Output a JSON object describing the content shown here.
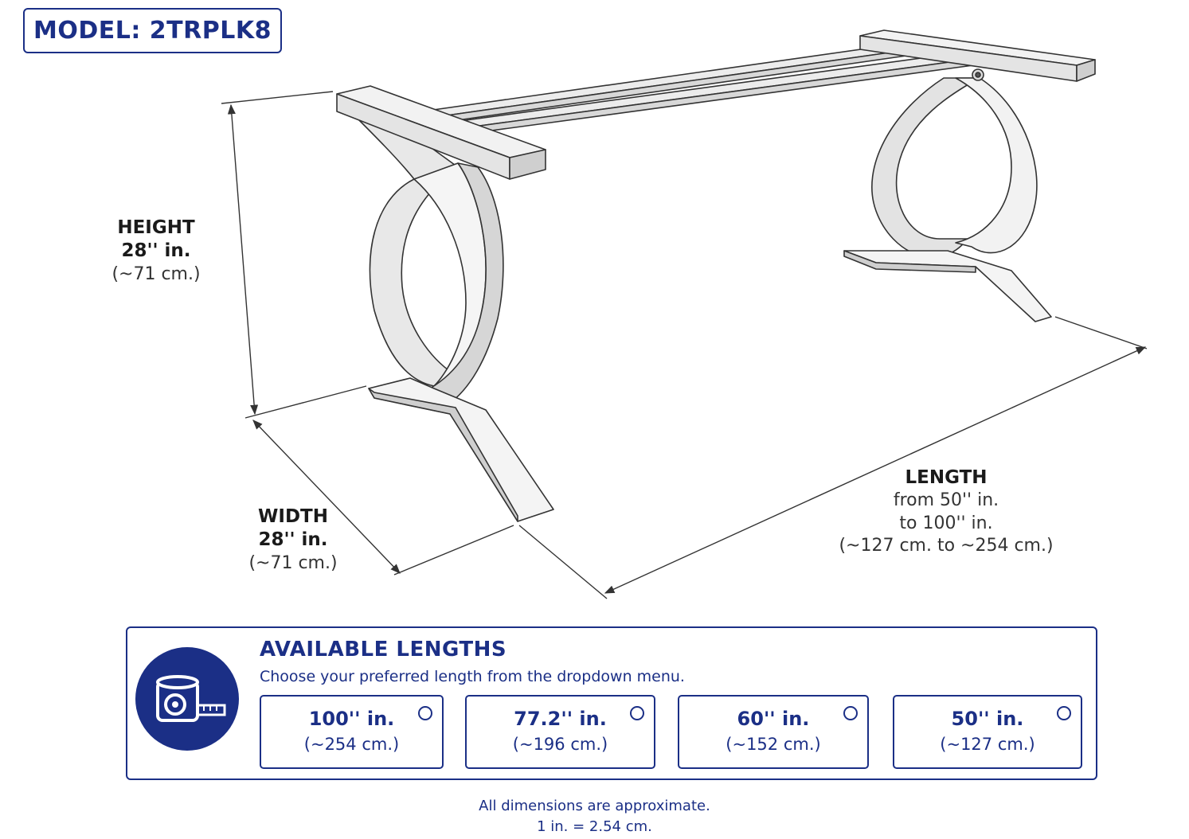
{
  "model": {
    "label": "MODEL: 2TRPLK8"
  },
  "dimensions": {
    "height": {
      "name": "HEIGHT",
      "imperial": "28'' in.",
      "metric": "(~71 cm.)"
    },
    "width": {
      "name": "WIDTH",
      "imperial": "28'' in.",
      "metric": "(~71 cm.)"
    },
    "length": {
      "name": "LENGTH",
      "from": "from 50'' in.",
      "to": "to 100'' in.",
      "metric": "(~127 cm. to ~254 cm.)"
    }
  },
  "lengths_panel": {
    "title": "AVAILABLE LENGTHS",
    "subtitle": "Choose your preferred length from the dropdown menu.",
    "icon": "tape-measure-icon",
    "options": [
      {
        "imperial": "100'' in.",
        "metric": "(~254 cm.)"
      },
      {
        "imperial": "77.2'' in.",
        "metric": "(~196 cm.)"
      },
      {
        "imperial": "60'' in.",
        "metric": "(~152 cm.)"
      },
      {
        "imperial": "50'' in.",
        "metric": "(~127 cm.)"
      }
    ]
  },
  "footnote": {
    "line1": "All dimensions are approximate.",
    "line2": "1 in. = 2.54 cm."
  },
  "colors": {
    "accent": "#1b2f86",
    "line": "#333333",
    "frame_fill": "#f1f1f1",
    "frame_shade": "#d9d9d9"
  }
}
